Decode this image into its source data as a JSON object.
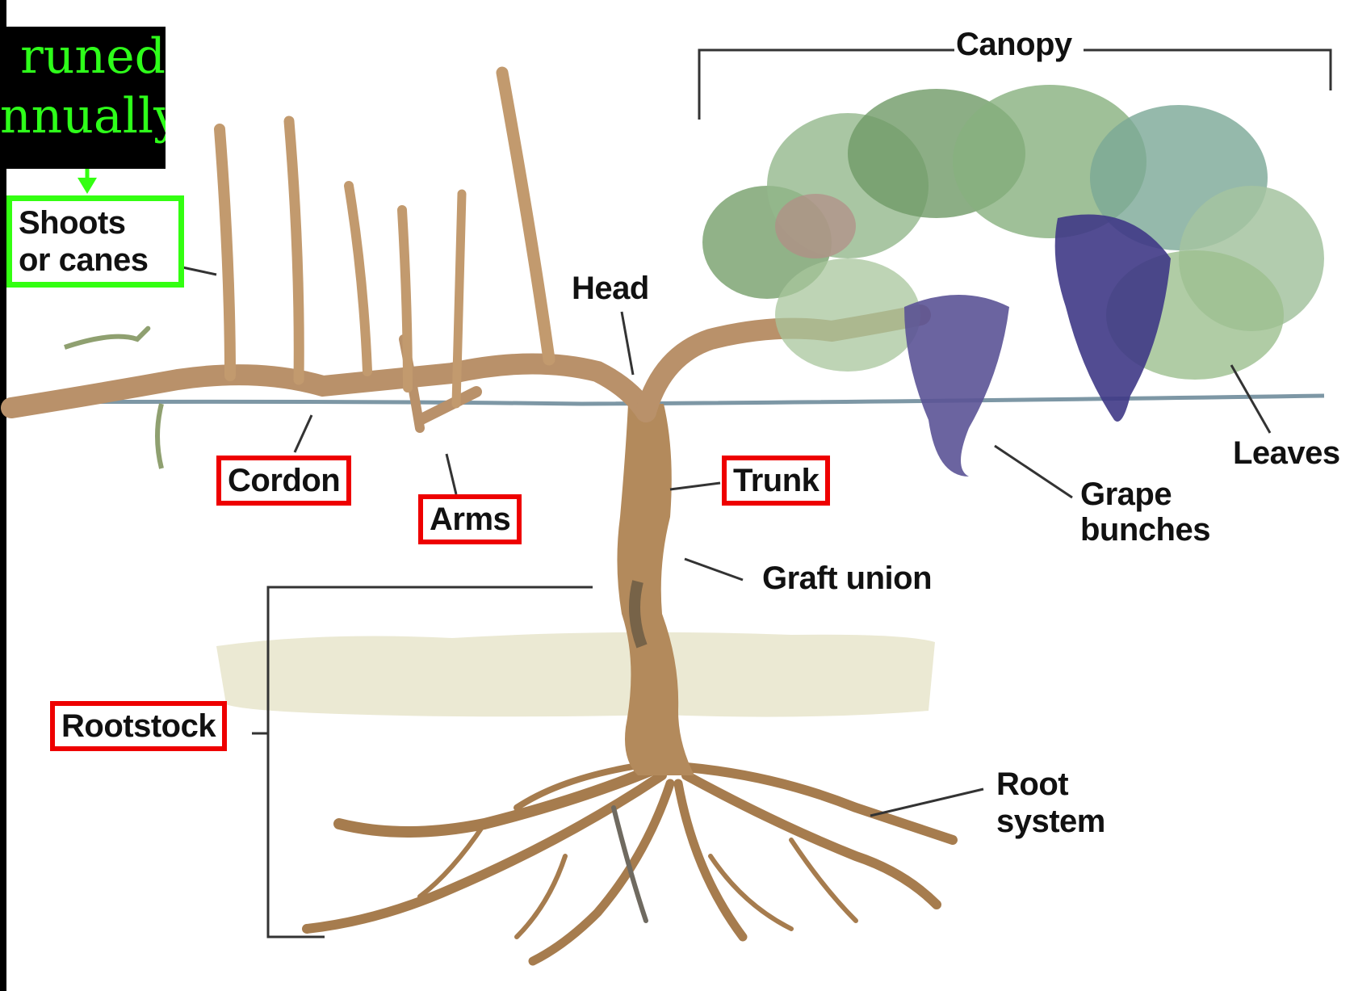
{
  "annotation": {
    "line1": "runed",
    "line2": "nnually",
    "color": "#2eff1a"
  },
  "labels": {
    "canopy": "Canopy",
    "shoots_line1": "Shoots",
    "shoots_line2": "or canes",
    "head": "Head",
    "cordon": "Cordon",
    "arms": "Arms",
    "trunk": "Trunk",
    "graft_union": "Graft union",
    "leaves": "Leaves",
    "grape_line1": "Grape",
    "grape_line2": "bunches",
    "rootstock": "Rootstock",
    "root_line1": "Root",
    "root_line2": "system"
  },
  "highlight_colors": {
    "red_box": "#ee0000",
    "green_box": "#33ff11"
  }
}
